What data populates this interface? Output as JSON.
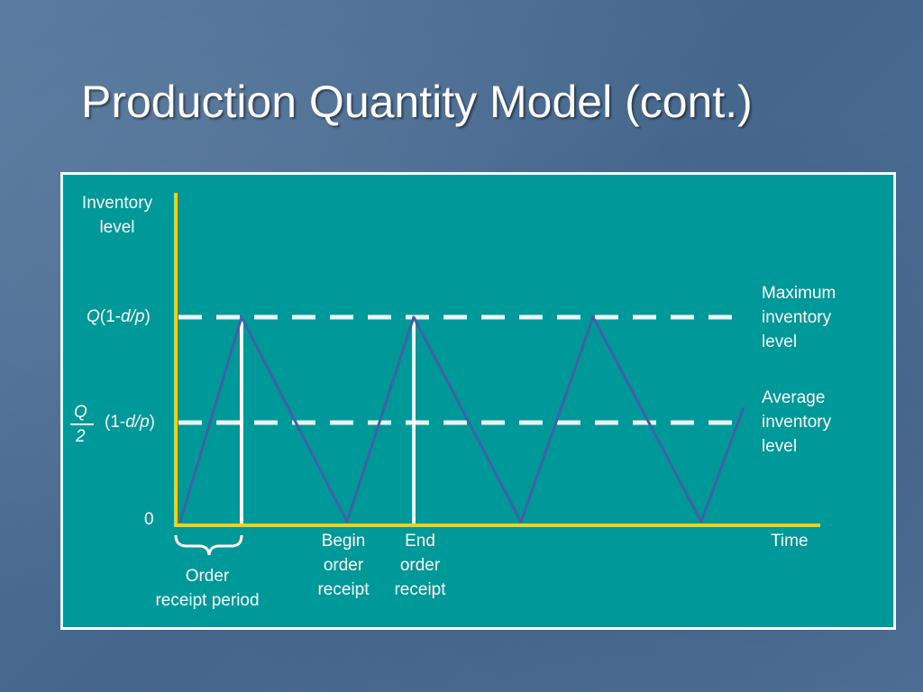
{
  "slide": {
    "title": "Production Quantity Model (cont.)"
  },
  "diagram": {
    "y_axis_label": [
      "Inventory",
      "level"
    ],
    "x_axis_label": "Time",
    "zero_label": "0",
    "max_level_label": {
      "var": "Q",
      "open": "(1-",
      "ratio": "d/p",
      "close": ")"
    },
    "avg_level_label": {
      "numerator": "Q",
      "denominator": "2",
      "open": "(1-",
      "ratio": "d/p",
      "close": ")"
    },
    "max_caption": [
      "Maximum",
      "inventory",
      "level"
    ],
    "avg_caption": [
      "Average",
      "inventory",
      "level"
    ],
    "begin_caption": [
      "Begin",
      "order",
      "receipt"
    ],
    "end_caption": [
      "End",
      "order",
      "receipt"
    ],
    "period_caption": [
      "Order",
      "receipt period"
    ],
    "colors": {
      "axis": "#f2d018",
      "sawtooth": "#3f62a6",
      "guide": "#ffffff",
      "panel": "#00999a",
      "background": "#4a6d94"
    }
  }
}
